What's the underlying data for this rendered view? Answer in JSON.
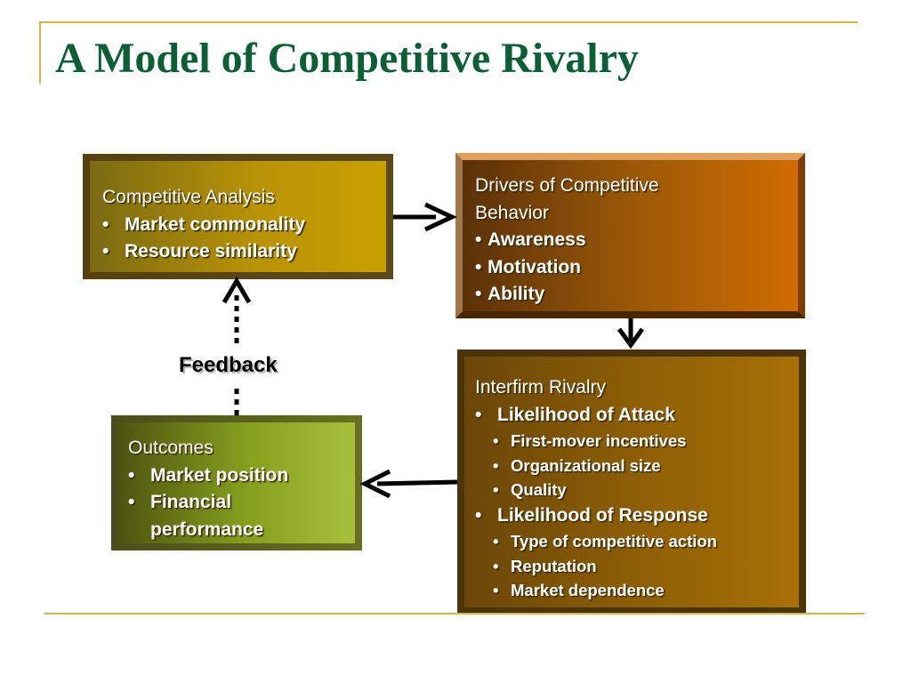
{
  "slide": {
    "title": "A Model of Competitive Rivalry"
  },
  "boxes": {
    "analysis": {
      "heading": "Competitive Analysis",
      "items": [
        "Market commonality",
        "Resource similarity"
      ]
    },
    "drivers": {
      "heading_line1": "Drivers of Competitive",
      "heading_line2": "Behavior",
      "items": [
        "Awareness",
        "Motivation",
        "Ability"
      ]
    },
    "rivalry": {
      "heading": "Interfirm Rivalry",
      "attack": {
        "label": "Likelihood of Attack",
        "items": [
          "First-mover incentives",
          "Organizational size",
          "Quality"
        ]
      },
      "response": {
        "label": "Likelihood of Response",
        "items": [
          "Type of competitive action",
          "Reputation",
          "Market dependence"
        ]
      }
    },
    "outcomes": {
      "heading": "Outcomes",
      "items": [
        "Market position",
        "Financial",
        "performance"
      ]
    }
  },
  "feedback_label": "Feedback",
  "colors": {
    "title": "#0b5e36",
    "rule": "#d8b24a",
    "analysis_fill": "#c9a000",
    "drivers_fill": "#d06c00",
    "rivalry_fill": "#a87006",
    "outcomes_fill": "#a6c03c",
    "arrow": "#000000"
  }
}
